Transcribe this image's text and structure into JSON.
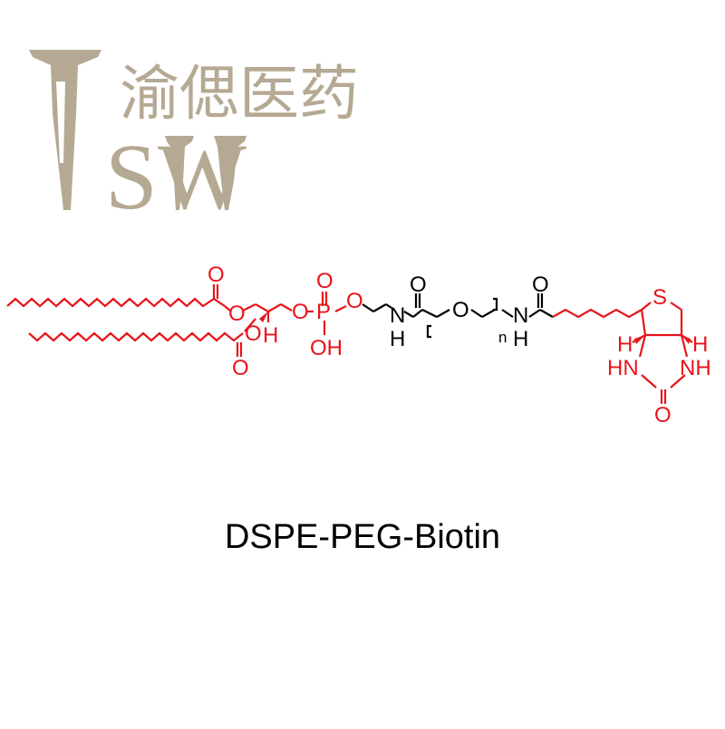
{
  "logo": {
    "chinese_name": "渝偲医药",
    "letters": "SW",
    "color": "#B5A993"
  },
  "structure": {
    "atoms": {
      "o_ester1_carbonyl": "O",
      "o_ester1": "O",
      "o_ester2": "O",
      "o_ester2_carbonyl": "O",
      "h_stereo": "H",
      "o_phosphate_link": "O",
      "o_phosphoryl": "O",
      "p": "P",
      "oh": "OH",
      "o_ethanolamine": "O",
      "n_amide1": "N",
      "h_amide1": "H",
      "o_amide1": "O",
      "o_peg": "O",
      "n_repeat": "n",
      "n_amide2": "N",
      "h_amide2": "H",
      "o_amide2": "O",
      "s_biotin": "S",
      "h_bridge_left": "H",
      "h_bridge_right": "H",
      "nh_left": "HN",
      "nh_right": "NH",
      "o_urea": "O"
    },
    "colors": {
      "lipid": "#E8141B",
      "linker": "#000000",
      "biotin": "#E8141B"
    }
  },
  "caption": "DSPE-PEG-Biotin"
}
